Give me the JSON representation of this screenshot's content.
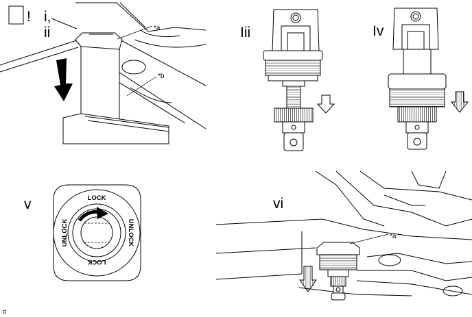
{
  "panels": {
    "p1": {
      "step": "i,\nii",
      "mark": "!",
      "callout_a": "*a",
      "callout_b": "*b"
    },
    "p3": {
      "step": "Iii"
    },
    "p4": {
      "step": "Iv"
    },
    "p5": {
      "step": "v",
      "lock_top": "LOCK",
      "lock_bottom": "LOCK",
      "unlock_left": "UNLOCK",
      "unlock_right": "UNLOCK"
    },
    "p6": {
      "step": "vi",
      "callout_a": "*a"
    }
  },
  "footer": {
    "code": "d"
  }
}
